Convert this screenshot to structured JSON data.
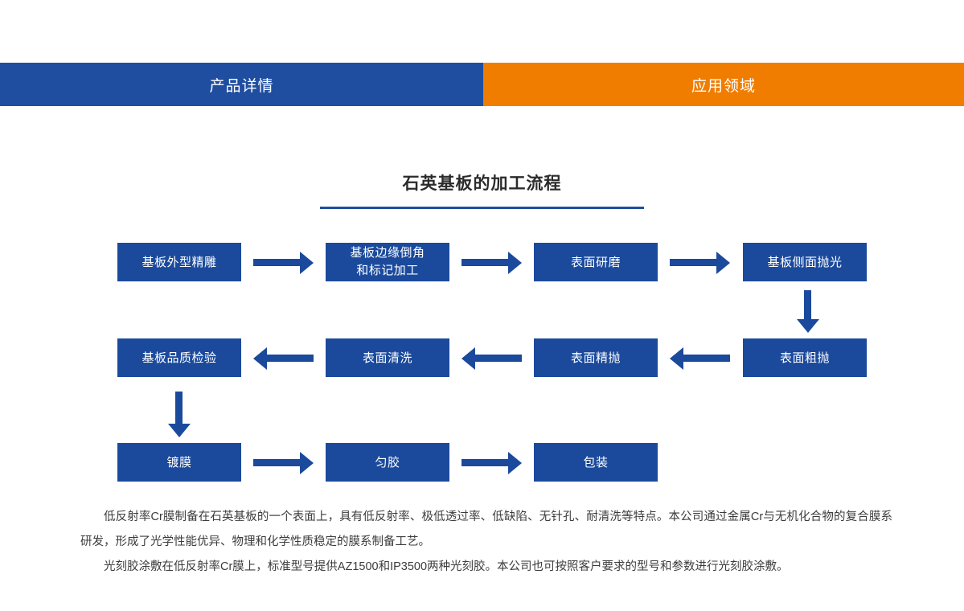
{
  "header": {
    "tabs": [
      {
        "label": "产品详情",
        "color": "#1f4ea1",
        "active": true
      },
      {
        "label": "应用领域",
        "color": "#f07d00",
        "active": false
      }
    ]
  },
  "section": {
    "title": "石英基板的加工流程",
    "rule_color": "#1f4ea1"
  },
  "flowchart": {
    "node_color": "#1b4a9c",
    "node_text_color": "#ffffff",
    "arrow_color": "#1b4a9c",
    "rows": [
      {
        "direction": "right",
        "nodes": [
          {
            "label": "基板外型精雕"
          },
          {
            "label": "基板边缘倒角\n和标记加工"
          },
          {
            "label": "表面研磨"
          },
          {
            "label": "基板侧面抛光"
          }
        ]
      },
      {
        "direction": "left",
        "nodes": [
          {
            "label": "基板品质检验"
          },
          {
            "label": "表面清洗"
          },
          {
            "label": "表面精抛"
          },
          {
            "label": "表面粗抛"
          }
        ]
      },
      {
        "direction": "right",
        "nodes": [
          {
            "label": "镀膜"
          },
          {
            "label": "匀胶"
          },
          {
            "label": "包装"
          }
        ]
      }
    ],
    "connectors": [
      {
        "name": "row1-to-row2",
        "direction": "down",
        "column": 4
      },
      {
        "name": "row2-to-row3",
        "direction": "down",
        "column": 1
      }
    ]
  },
  "body": {
    "paragraphs": [
      "低反射率Cr膜制备在石英基板的一个表面上，具有低反射率、极低透过率、低缺陷、无针孔、耐清洗等特点。本公司通过金属Cr与无机化合物的复合膜系研发，形成了光学性能优异、物理和化学性质稳定的膜系制备工艺。",
      "光刻胶涂敷在低反射率Cr膜上，标准型号提供AZ1500和IP3500两种光刻胶。本公司也可按照客户要求的型号和参数进行光刻胶涂敷。"
    ]
  }
}
